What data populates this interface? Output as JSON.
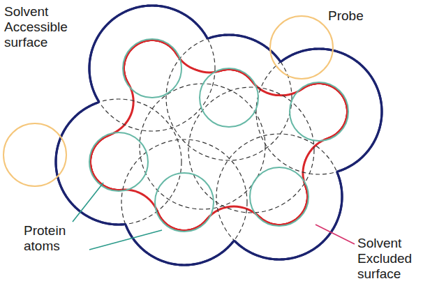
{
  "diagram": {
    "labels": [
      "Solvent Accessible surface",
      "Probe",
      "Protein atoms",
      "Solvent Excluded surface"
    ]
  }
}
